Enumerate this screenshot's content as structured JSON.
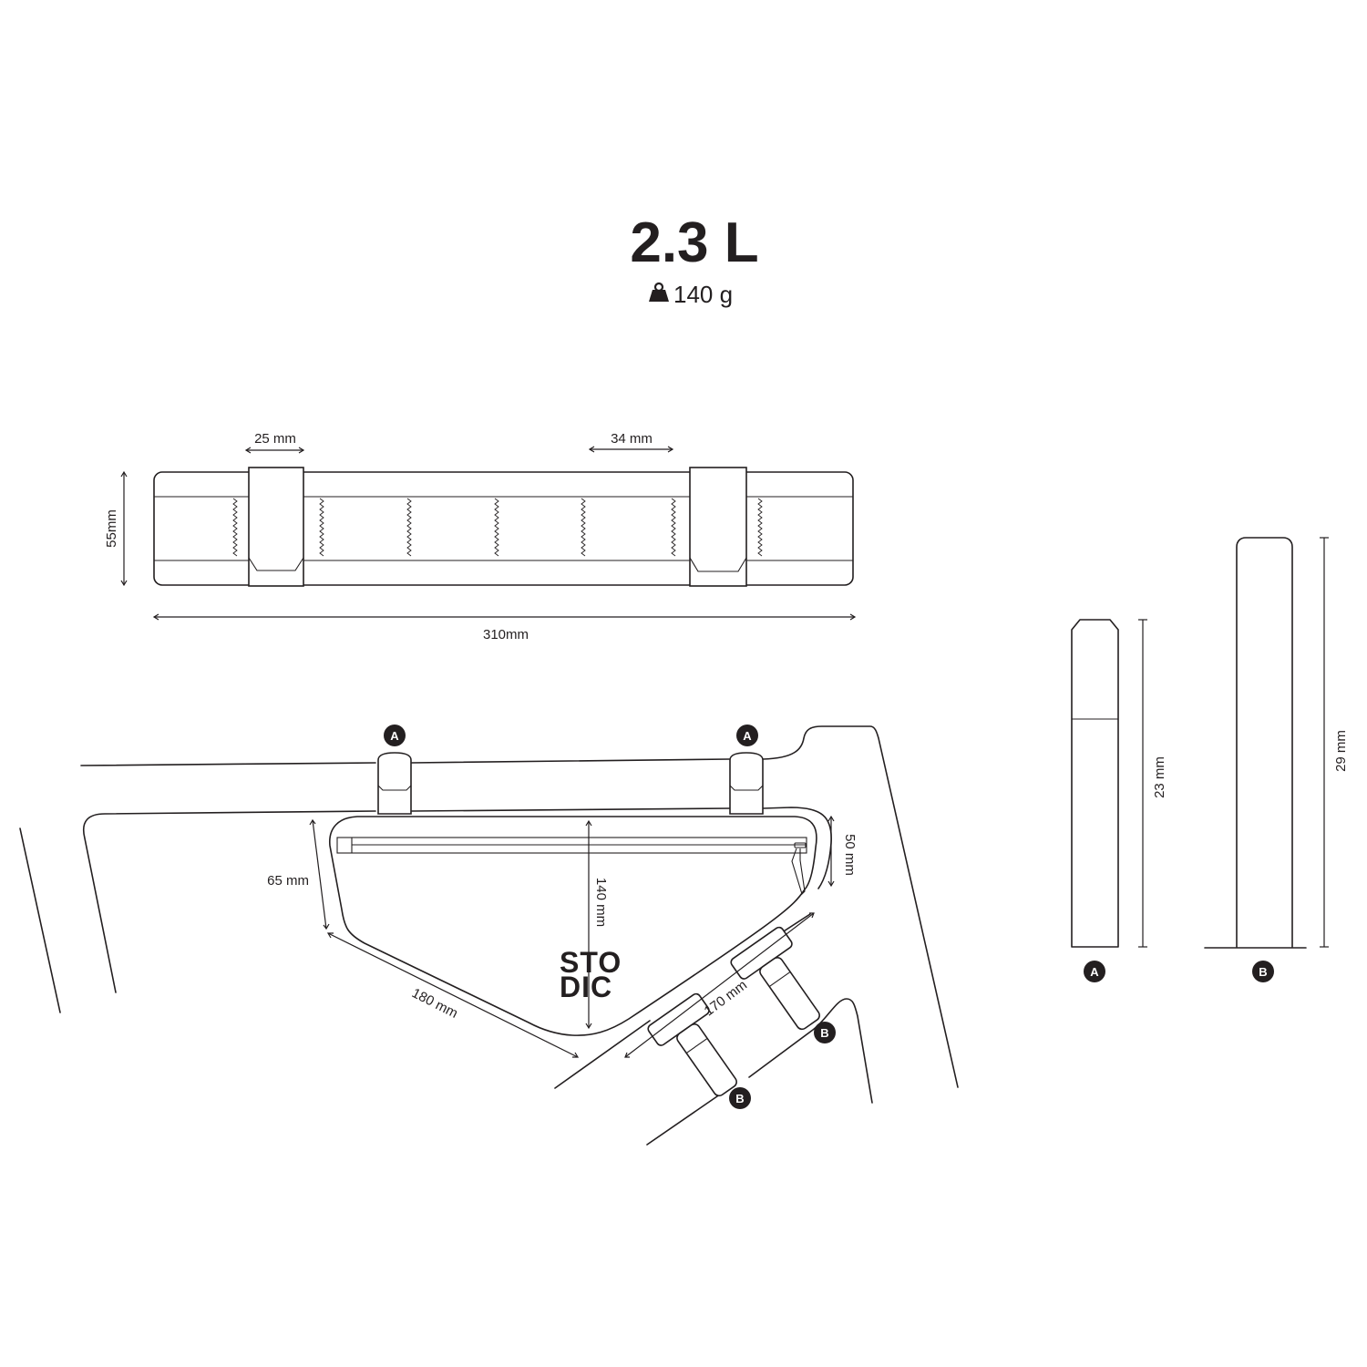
{
  "header": {
    "capacity": "2.3 L",
    "weight": "140 g",
    "weight_icon": "weight-icon"
  },
  "strip_view": {
    "strap_width_label": "25 mm",
    "strap_spacing_label": "34 mm",
    "height_label": "55mm",
    "length_label": "310mm"
  },
  "bag_view": {
    "top_mount_badges": [
      "A",
      "A"
    ],
    "down_tube_badges": [
      "B",
      "B"
    ],
    "rear_height_label": "65 mm",
    "center_height_label": "140 mm",
    "front_height_label": "50 mm",
    "bottom_edge_label": "180 mm",
    "down_tube_edge_label": "170 mm",
    "logo_line1": "STO",
    "logo_line2": "DIC"
  },
  "strap_details": {
    "strap_a_badge": "A",
    "strap_a_length_label": "23 mm",
    "strap_b_badge": "B",
    "strap_b_length_label": "29 mm"
  }
}
